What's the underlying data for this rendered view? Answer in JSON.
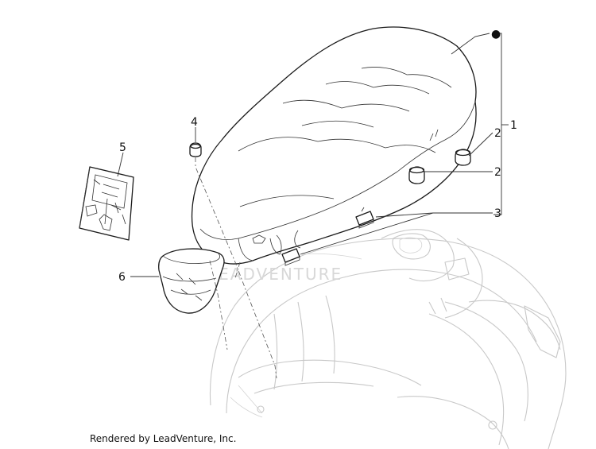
{
  "callouts": {
    "c1": "1",
    "c2a": "2",
    "c2b": "2",
    "c3": "3",
    "c4": "4",
    "c5": "5",
    "c6": "6"
  },
  "watermark": {
    "text": "LEADVENTURE"
  },
  "credit": {
    "text": "Rendered by LeadVenture, Inc."
  }
}
